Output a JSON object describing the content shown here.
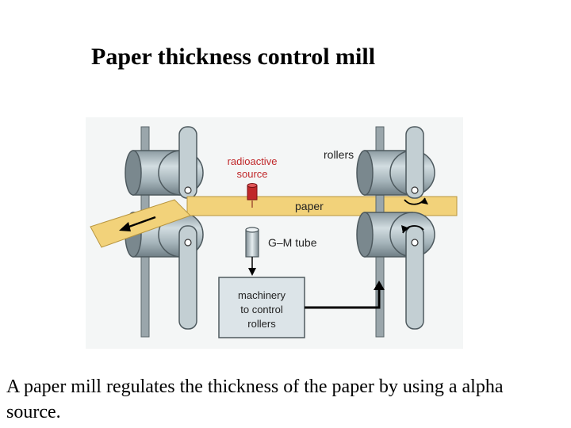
{
  "title": "Paper thickness control mill",
  "diagram": {
    "labels": {
      "radioactive_line1": "radioactive",
      "radioactive_line2": "source",
      "rollers": "rollers",
      "paper": "paper",
      "gm_tube": "G–M tube",
      "machinery_line1": "machinery",
      "machinery_line2": "to control",
      "machinery_line3": "rollers"
    },
    "colors": {
      "radioactive": "#c0282a",
      "paper": "#f2d27a",
      "roller": "#a9b7bd",
      "box": "#dce4e8",
      "arrow": "#000000"
    },
    "icons": [
      "roller-icon",
      "g-m-tube-icon",
      "radioactive-source-icon",
      "rotation-arrow-icon"
    ]
  },
  "caption": "A paper mill regulates the thickness of the paper by using a alpha source."
}
